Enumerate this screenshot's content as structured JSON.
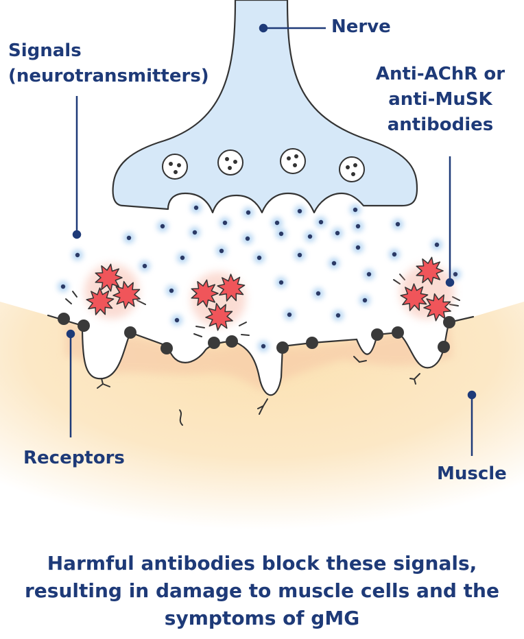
{
  "labels": {
    "nerve": "Nerve",
    "signals": [
      "Signals",
      "(neurotransmitters)"
    ],
    "antibodies": [
      "Anti-AChR or",
      "anti-MuSK",
      "antibodies"
    ],
    "receptors": "Receptors",
    "muscle": "Muscle"
  },
  "caption": [
    "Harmful antibodies block these signals,",
    "resulting in damage to muscle cells and the",
    "symptoms of gMG"
  ],
  "colors": {
    "label_text": "#1e3a78",
    "nerve_fill": "#d6e8f8",
    "muscle_fill": "#fbe6bd",
    "outline": "#333333",
    "antibody": "#f0555a",
    "receptor": "#3a3a3a",
    "neurotransmitter": "#2b3a66"
  }
}
